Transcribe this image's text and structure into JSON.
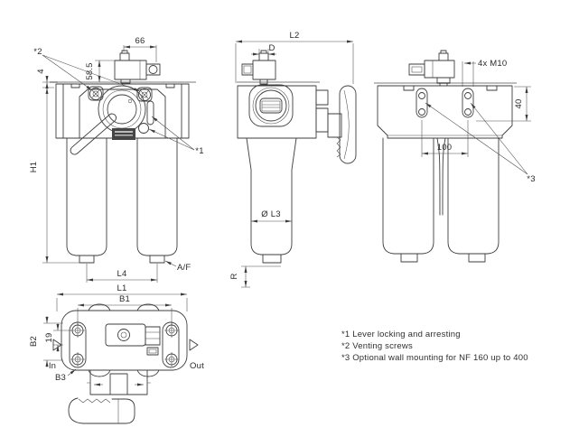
{
  "drawing": {
    "title_hint": "Duplex filter dimension drawing",
    "front_view": {
      "star2": "*2",
      "dim_66": "66",
      "dim_58_5": "58.5",
      "dim_4": "4",
      "dim_h1": "H1",
      "star1": "*1",
      "dim_af": "A/F",
      "dim_l4": "L4"
    },
    "side_view": {
      "dim_l2": "L2",
      "dim_d": "D",
      "dim_l3": "Ø L3",
      "dim_r": "R"
    },
    "rear_view": {
      "dim_m10": "4x M10",
      "dim_40": "40",
      "dim_100": "100",
      "star3": "*3"
    },
    "bottom_view": {
      "dim_l1": "L1",
      "dim_b1": "B1",
      "dim_b2": "B2",
      "dim_19": "19",
      "dim_b3": "B3",
      "port_in": "In",
      "port_out": "Out"
    },
    "notes": [
      "*1 Lever locking and arresting",
      "*2 Venting screws",
      "*3 Optional wall mounting for NF 160 up to 400"
    ],
    "colors": {
      "line": "#3d3d3d",
      "dimension": "#4a4a4a",
      "light_edge": "#bdbdbd",
      "text": "#2b2b2b",
      "background": "#ffffff"
    }
  }
}
